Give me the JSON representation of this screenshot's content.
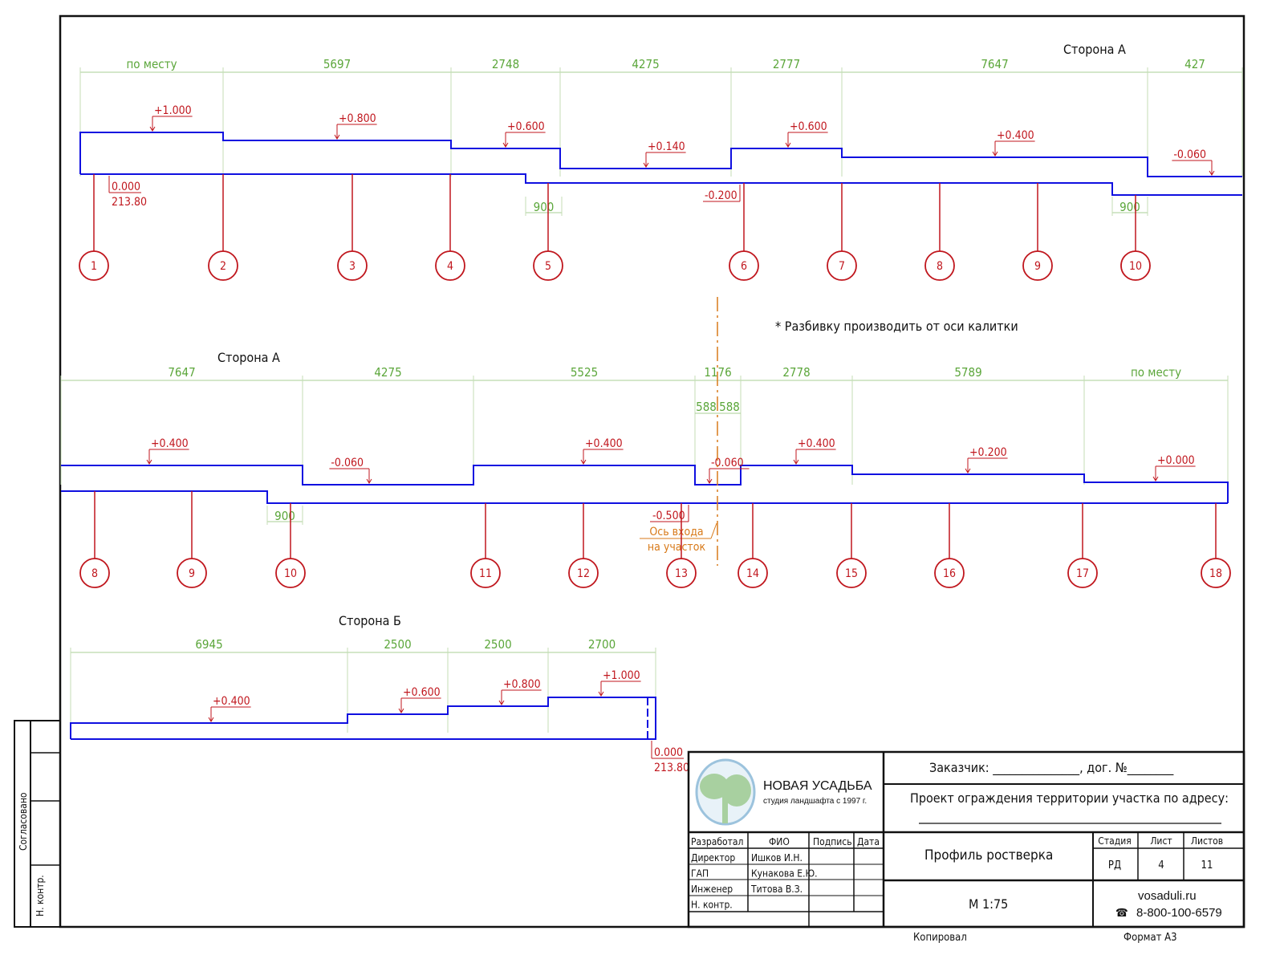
{
  "note": "*   Разбивку производить от оси калитки",
  "rows": [
    {
      "side_label": "Сторона А",
      "dims": [
        "по месту",
        "5697",
        "2748",
        "4275",
        "2777",
        "7647",
        "427"
      ],
      "elevations": [
        "+1.000",
        "+0.800",
        "+0.600",
        "+0.140",
        "+0.600",
        "+0.400",
        "-0.060"
      ],
      "extra_elevations": [
        "0.000",
        "213.80",
        "-0.200"
      ],
      "offset_dims": [
        "900",
        "900"
      ],
      "piles": [
        "1",
        "2",
        "3",
        "4",
        "5",
        "6",
        "7",
        "8",
        "9",
        "10"
      ]
    },
    {
      "side_label": "Сторона А",
      "dims": [
        "7647",
        "4275",
        "5525",
        "1176",
        "2778",
        "5789",
        "по месту"
      ],
      "sub_dims": [
        "588",
        "588"
      ],
      "elevations": [
        "+0.400",
        "-0.060",
        "+0.400",
        "-0.060",
        "+0.400",
        "+0.200",
        "+0.000"
      ],
      "extra_elevations": [
        "-0.500"
      ],
      "offset_dims": [
        "900"
      ],
      "axis_label": [
        "Ось входа",
        "на участок"
      ],
      "piles": [
        "8",
        "9",
        "10",
        "11",
        "12",
        "13",
        "14",
        "15",
        "16",
        "17",
        "18"
      ]
    },
    {
      "side_label": "Сторона Б",
      "dims": [
        "6945",
        "2500",
        "2500",
        "2700"
      ],
      "elevations": [
        "+0.400",
        "+0.600",
        "+0.800",
        "+1.000"
      ],
      "extra_elevations": [
        "0.000",
        "213.80"
      ]
    }
  ],
  "colors": {
    "profile": "#1010e0",
    "elevation": "#c0161d",
    "dimension": "#5ba63a",
    "axis": "#d87a1a"
  },
  "side_strip": {
    "agreed": "Согласовано",
    "norm_control": "Н. контр."
  },
  "title_block": {
    "company": "НОВАЯ УСАДЬБА",
    "company_sub": "студия ландшафта с 1997 г.",
    "customer": "Заказчик: _______________, дог. №________",
    "project": "Проект ограждения территории участка по адресу:",
    "drawing_title": "Профиль ростверка",
    "scale": "М 1:75",
    "headers": [
      "Разработал",
      "ФИО",
      "Подпись",
      "Дата"
    ],
    "staff": [
      {
        "role": "Директор",
        "name": "Ишков И.Н."
      },
      {
        "role": "ГАП",
        "name": "Кунакова Е.Ю."
      },
      {
        "role": "Инженер",
        "name": "Титова В.З."
      },
      {
        "role": "Н. контр.",
        "name": ""
      }
    ],
    "stage_headers": [
      "Стадия",
      "Лист",
      "Листов"
    ],
    "stage_values": [
      "РД",
      "4",
      "11"
    ],
    "website": "vosaduli.ru",
    "phone": "8-800-100-6579",
    "phone_icon": "telephone-icon",
    "copied": "Копировал",
    "format": "Формат  А3"
  }
}
